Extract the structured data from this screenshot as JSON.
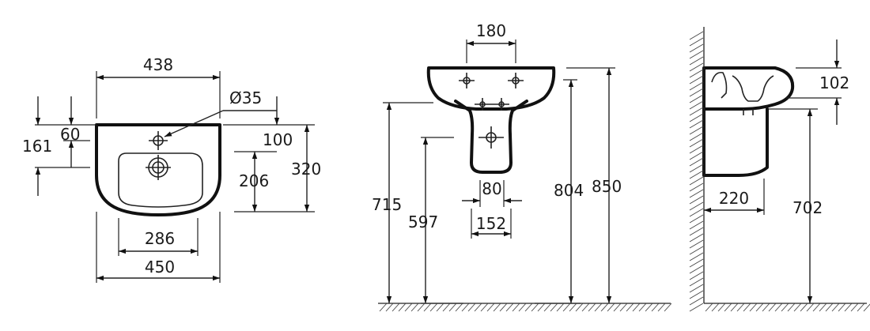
{
  "top_view": {
    "width_438": "438",
    "hole_dia": "Ø35",
    "d60": "60",
    "d161": "161",
    "d100": "100",
    "d320": "320",
    "d206": "206",
    "d286": "286",
    "d450": "450"
  },
  "front_view": {
    "d180": "180",
    "d80": "80",
    "d715": "715",
    "d597": "597",
    "d152": "152",
    "d804": "804",
    "d850": "850"
  },
  "side_view": {
    "d102": "102",
    "d220": "220",
    "d702": "702"
  }
}
